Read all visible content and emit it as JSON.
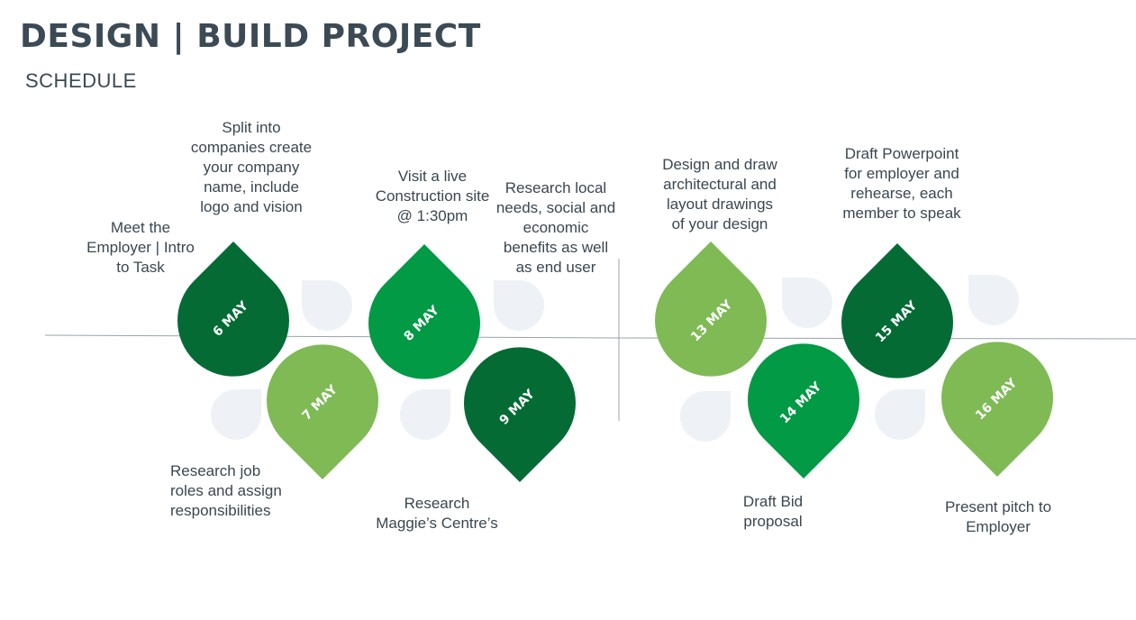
{
  "header": {
    "title": "DESIGN | BUILD PROJECT",
    "subtitle": "SCHEDULE"
  },
  "colors": {
    "dark_green": "#046b35",
    "mid_green": "#029a45",
    "light_green": "#7fba55",
    "ghost": "#eef2f6",
    "axis": "#9aa3a8",
    "text": "#3a4750"
  },
  "schedule": [
    {
      "date": "6 MAY",
      "caption": "Meet the\nEmployer | Intro\nto Task",
      "position": "above",
      "color": "dark_green"
    },
    {
      "date": "7 MAY",
      "caption": "Research job\nroles and assign\nresponsibilities",
      "position": "below",
      "color": "light_green"
    },
    {
      "date": "8 MAY",
      "caption": "Visit a live\nConstruction site\n@ 1:30pm",
      "position": "above",
      "color": "mid_green"
    },
    {
      "date": "9 MAY",
      "caption": "Research\nMaggie’s Centre’s",
      "position": "below",
      "color": "dark_green"
    },
    {
      "date": "13 MAY",
      "caption": "Design and draw\narchitectural and\nlayout drawings\nof your design",
      "position": "above",
      "color": "light_green"
    },
    {
      "date": "14 MAY",
      "caption": "Draft Bid\nproposal",
      "position": "below",
      "color": "mid_green"
    },
    {
      "date": "15 MAY",
      "caption": "Draft Powerpoint\nfor employer and\nrehearse, each\nmember to speak",
      "position": "above",
      "color": "dark_green"
    },
    {
      "date": "16 MAY",
      "caption": "Present pitch to\nEmployer",
      "position": "below",
      "color": "light_green"
    }
  ],
  "extra_captions": [
    {
      "text": "Split into\ncompanies create\nyour company\nname, include\nlogo and vision"
    },
    {
      "text": "Research local\nneeds, social and\neconomic\nbenefits as well\nas end user"
    }
  ]
}
